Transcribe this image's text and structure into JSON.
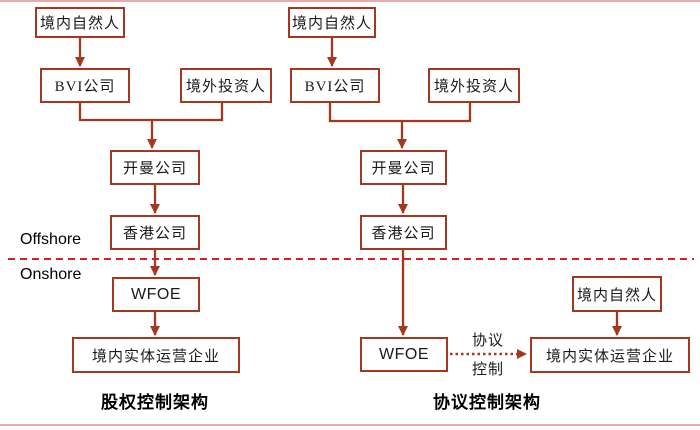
{
  "diagram": {
    "type": "org-structure-comparison",
    "zones": {
      "offshore": "Offshore",
      "onshore": "Onshore"
    },
    "captions": {
      "left": "股权控制架构",
      "right": "协议控制架构"
    },
    "nodes": {
      "l_person": "境内自然人",
      "l_bvi": "BVI公司",
      "l_foreign": "境外投资人",
      "l_cayman": "开曼公司",
      "l_hk": "香港公司",
      "l_wfoe": "WFOE",
      "l_opco": "境内实体运营企业",
      "r_person": "境内自然人",
      "r_bvi": "BVI公司",
      "r_foreign": "境外投资人",
      "r_cayman": "开曼公司",
      "r_hk": "香港公司",
      "r_wfoe": "WFOE",
      "r_person2": "境内自然人",
      "r_opco": "境内实体运营企业"
    },
    "edge_label": {
      "line1": "协议",
      "line2": "控制"
    },
    "colors": {
      "box_border": "#a3381e",
      "connector": "#a3381e",
      "divider_dashed": "#d42020",
      "frame_line": "#e8aba7",
      "text": "#1a1a1a"
    }
  }
}
